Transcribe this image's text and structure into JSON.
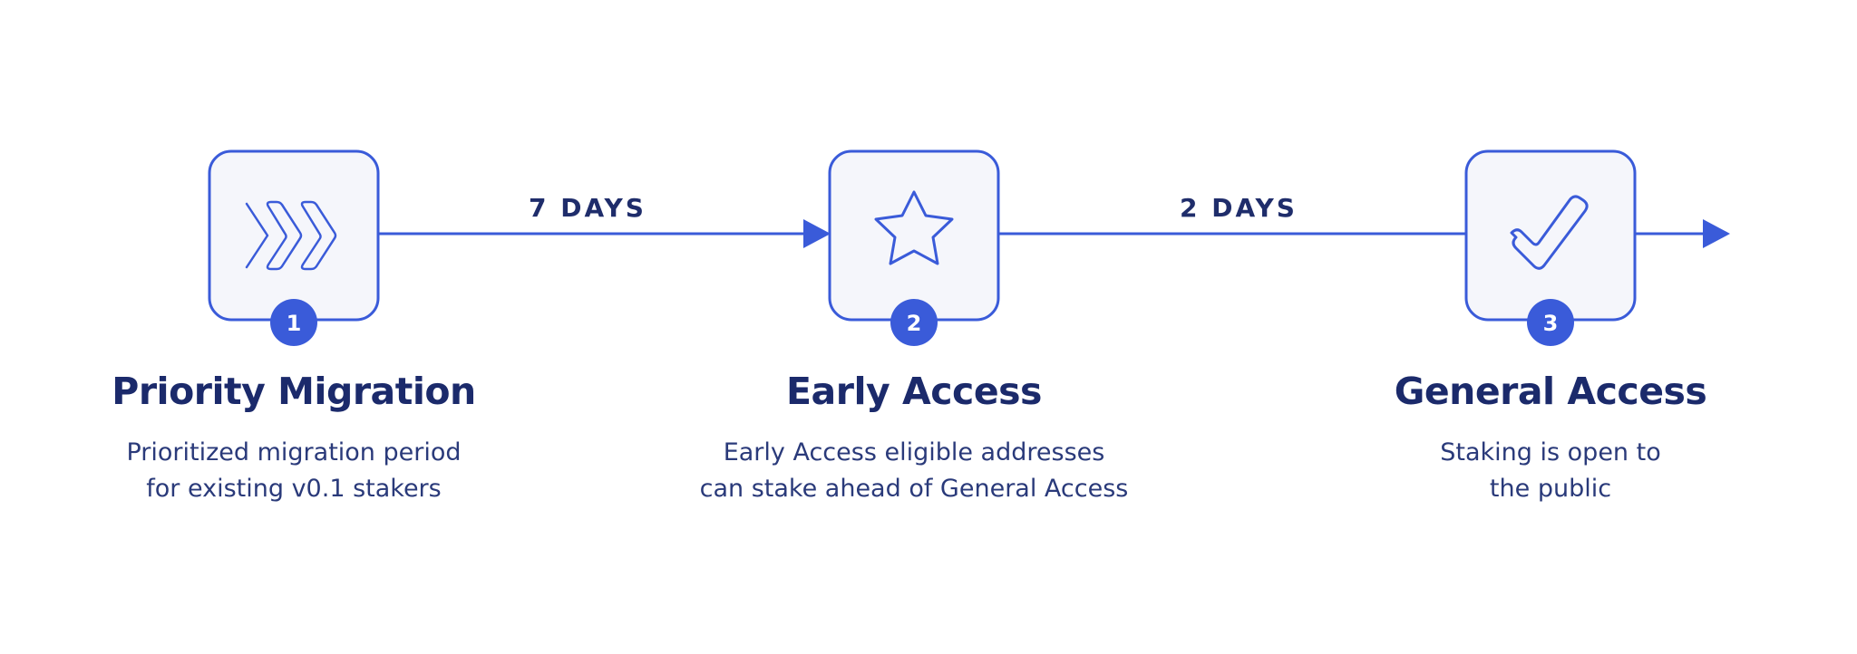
{
  "colors": {
    "accent": "#3a5bd9",
    "box_fill": "#f5f6fb",
    "title": "#1b2a6b",
    "text": "#2a3a7a"
  },
  "durations": [
    {
      "label": "7 DAYS"
    },
    {
      "label": "2 DAYS"
    }
  ],
  "steps": [
    {
      "number": "1",
      "icon": "chevrons-right-icon",
      "title": "Priority Migration",
      "desc_lines": [
        "Prioritized migration period",
        "for existing v0.1 stakers"
      ]
    },
    {
      "number": "2",
      "icon": "star-icon",
      "title": "Early Access",
      "desc_lines": [
        "Early Access eligible addresses",
        "can stake ahead of General Access"
      ]
    },
    {
      "number": "3",
      "icon": "checkmark-icon",
      "title": "General Access",
      "desc_lines": [
        "Staking is open to",
        "the public"
      ]
    }
  ]
}
